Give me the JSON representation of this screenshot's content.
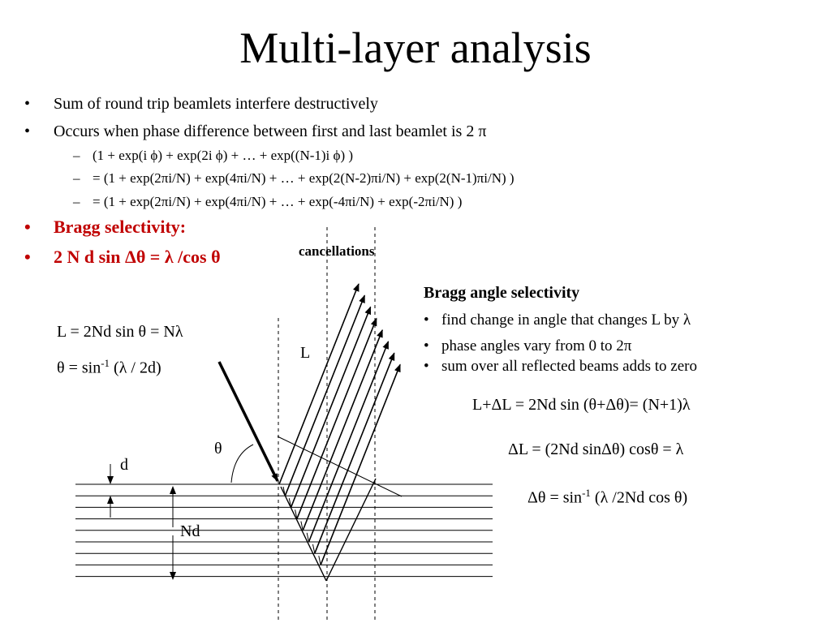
{
  "slide": {
    "title": "Multi-layer analysis",
    "bullets": [
      "Sum of round trip beamlets interfere destructively",
      "Occurs when phase difference between first and last beamlet is 2 π"
    ],
    "sub_bullets": [
      "(1 + exp(i ϕ) + exp(2i ϕ) + … + exp((N-1)i ϕ) )",
      "= (1 + exp(2πi/N) + exp(4πi/N) + … + exp(2(N-2)πi/N) + exp(2(N-1)πi/N) )",
      "= (1 + exp(2πi/N) + exp(4πi/N) + … + exp(-4πi/N) + exp(-2πi/N) )"
    ],
    "red_bullets": [
      "Bragg selectivity:",
      "2 N d sin Δθ = λ /cos θ"
    ],
    "bullet_mark": "•",
    "dash_mark": "–"
  },
  "diagram": {
    "cancellations_label": "cancellations",
    "length_label": "L",
    "angle_label": "θ",
    "d_label": "d",
    "nd_label": "Nd",
    "eq_L": "L = 2Nd sin θ = Nλ",
    "eq_theta_pre": "θ = sin",
    "eq_theta_sup": "-1",
    "eq_theta_post": " (λ / 2d)"
  },
  "sidebar": {
    "title": "Bragg angle selectivity",
    "items": [
      "find change in angle that changes L by λ",
      "phase angles vary from 0 to 2π",
      "sum over all reflected beams adds to zero"
    ],
    "eq1": "L+ΔL = 2Nd sin (θ+Δθ)= (N+1)λ",
    "eq2": "ΔL = (2Nd sinΔθ) cosθ = λ",
    "eq3_pre": "Δθ = sin",
    "eq3_sup": "-1",
    "eq3_post": " (λ /2Nd cos θ)"
  },
  "colors": {
    "text": "#000000",
    "accent": "#c00000",
    "background": "#ffffff"
  }
}
